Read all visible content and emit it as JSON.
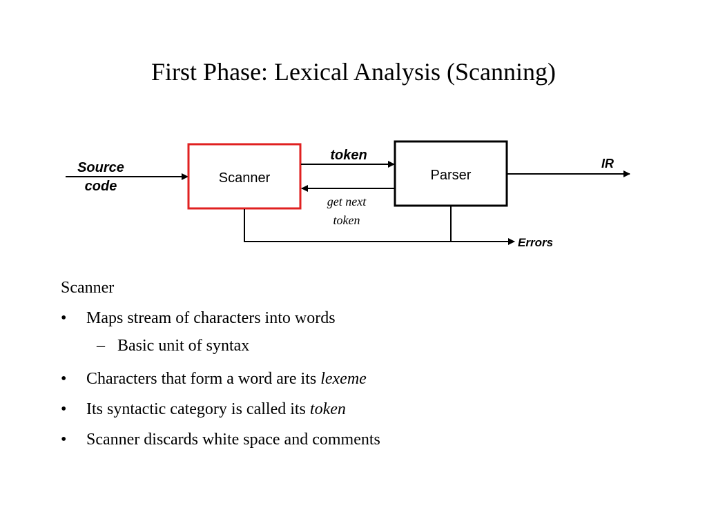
{
  "slide": {
    "title": "First Phase: Lexical Analysis (Scanning)"
  },
  "diagram": {
    "input_label_line1": "Source",
    "input_label_line2": "code",
    "scanner_label": "Scanner",
    "parser_label": "Parser",
    "token_label": "token",
    "get_next_line1": "get next",
    "get_next_line2": "token",
    "output_label": "IR",
    "errors_label": "Errors",
    "colors": {
      "scanner_border": "#e02020",
      "parser_border": "#000000",
      "line": "#000000"
    }
  },
  "content": {
    "heading": "Scanner",
    "bullet_symbol": "•",
    "sub_symbol": "–",
    "bullets": [
      {
        "text": "Maps stream of characters into words",
        "italic": ""
      },
      {
        "text": "Characters that form a word are its ",
        "italic": "lexeme"
      },
      {
        "text": "Its syntactic category is called its ",
        "italic": "token"
      },
      {
        "text": "Scanner discards white space and comments",
        "italic": ""
      }
    ],
    "sub_bullets": [
      {
        "text": "Basic unit of syntax"
      }
    ]
  }
}
